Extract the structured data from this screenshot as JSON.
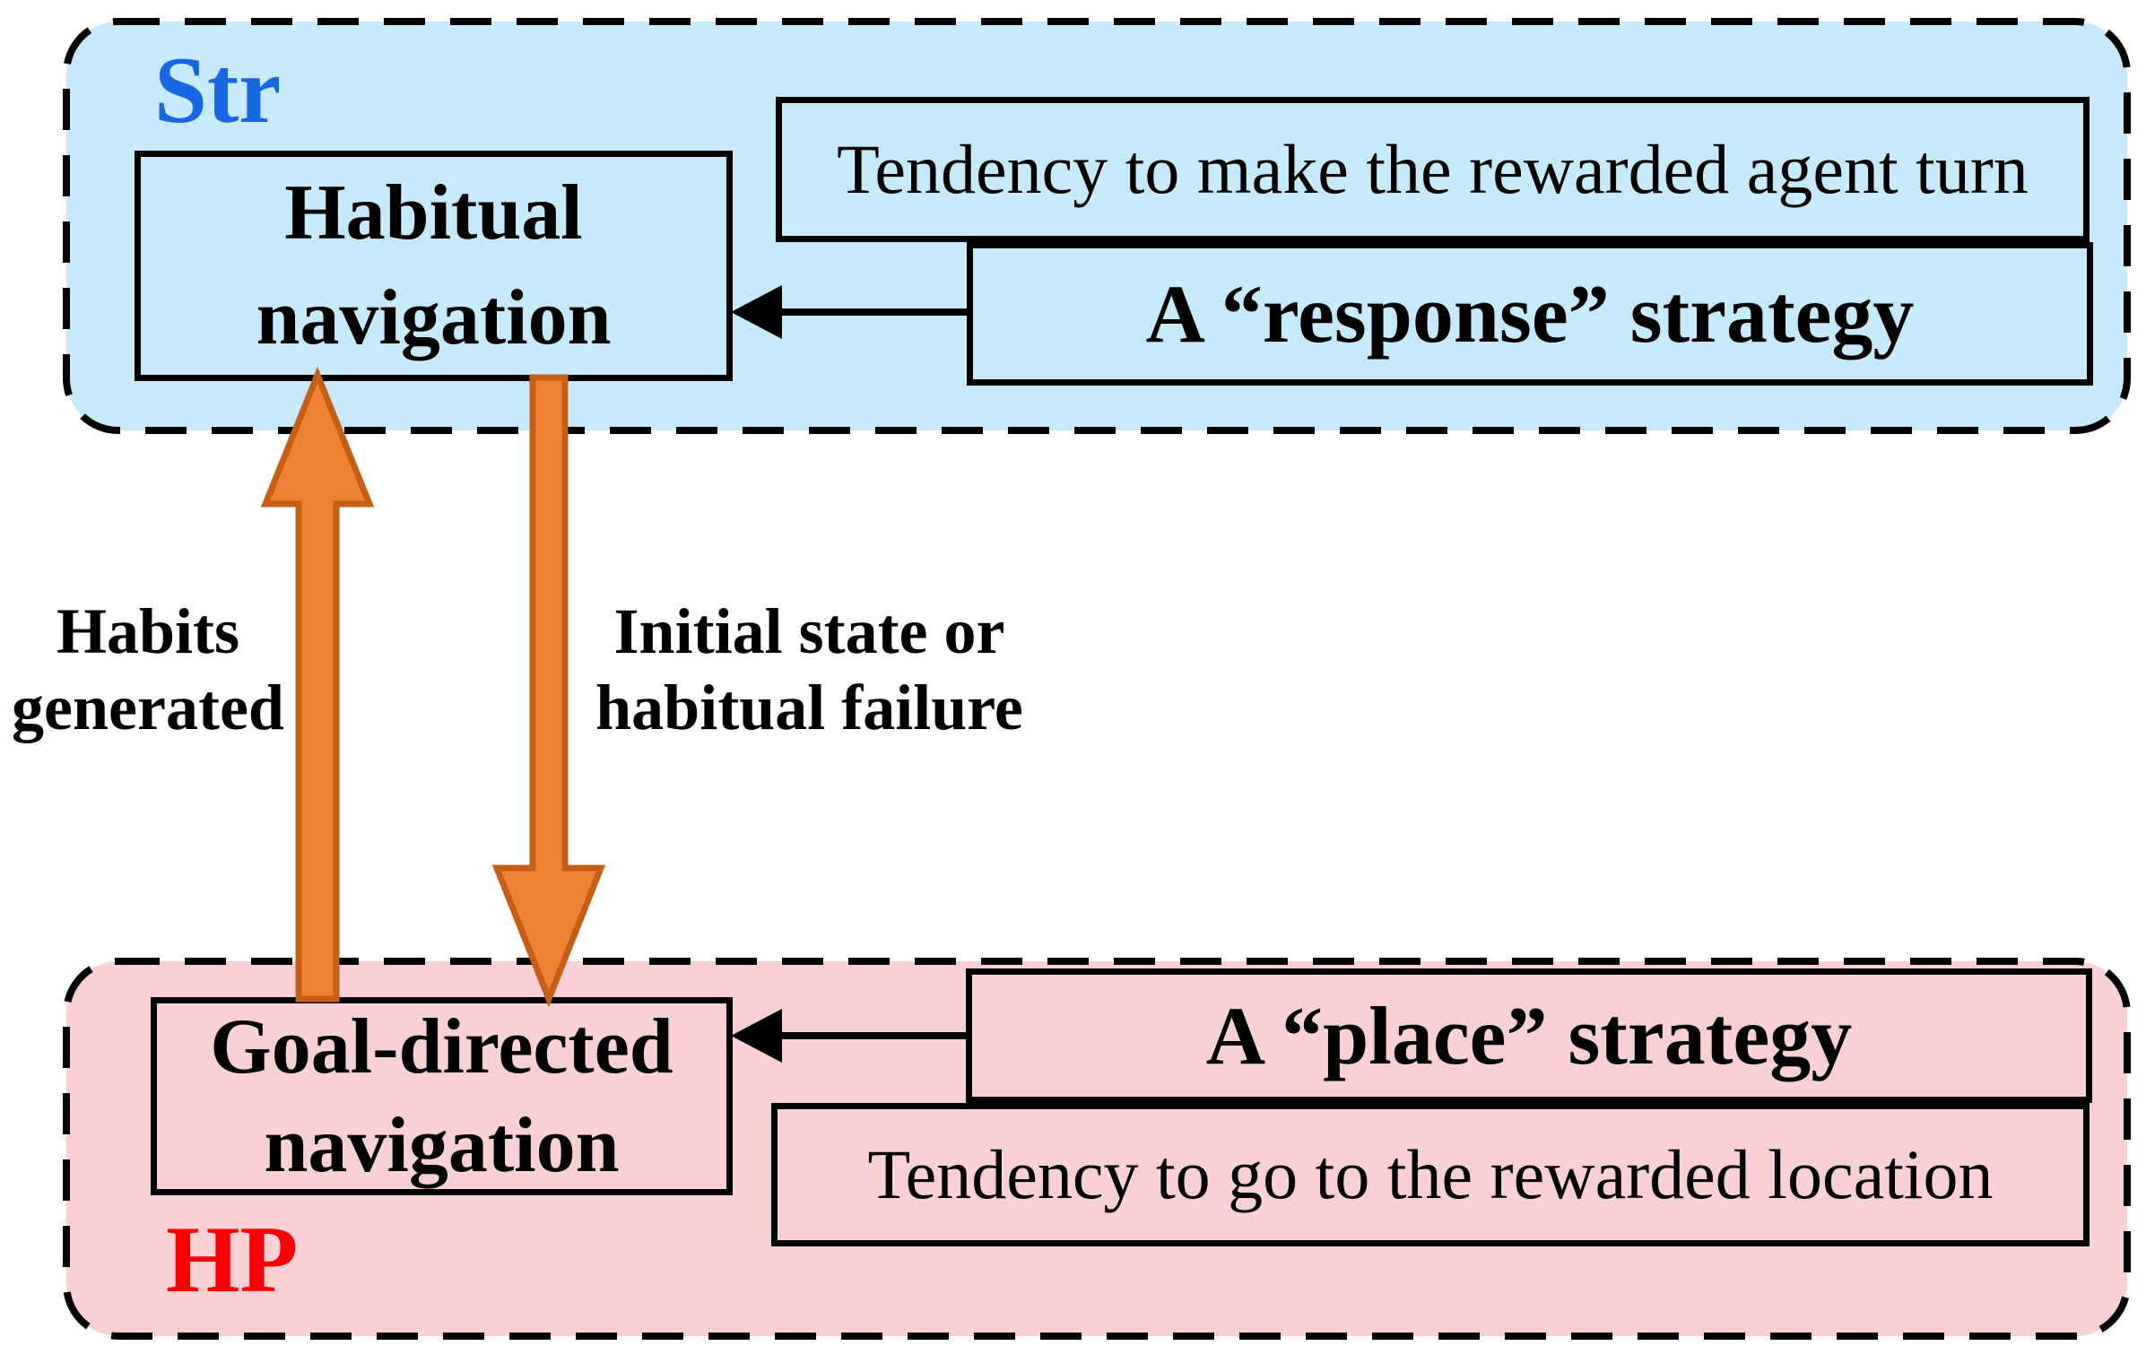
{
  "colors": {
    "str_fill": "#C6EAFB",
    "hp_fill": "#F9D0D3",
    "str_label_color": "#1767E2",
    "hp_label_color": "#FA0005",
    "arrow_fill": "#EE8133",
    "arrow_stroke": "#C55F15",
    "ink": "#000000"
  },
  "regions": {
    "str": {
      "label": "Str",
      "boxes": {
        "habitual": "Habitual\nnavigation",
        "tendency": "Tendency to make the rewarded agent turn",
        "strategy": "A “response” strategy"
      }
    },
    "hp": {
      "label": "HP",
      "boxes": {
        "goal": "Goal-directed\nnavigation",
        "strategy": "A “place” strategy",
        "tendency": "Tendency to go to the rewarded location"
      }
    }
  },
  "connectors": {
    "habits_up_arrow_label": "Habits\ngenerated",
    "initial_down_arrow_label": "Initial state or\nhabitual failure"
  }
}
